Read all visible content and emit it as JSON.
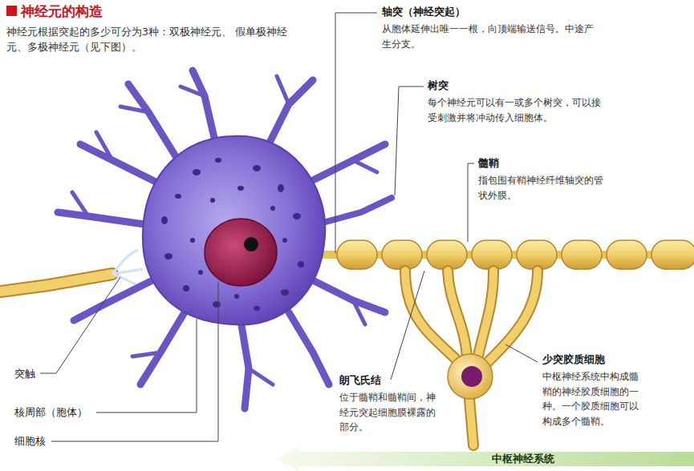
{
  "diagram": {
    "title": "神经元的构造",
    "nodes": [
      {
        "text": [
          "中枢神经系统"
        ]
      }
    ],
    "labels": [
      "神经元根据突起的多少可分为3种：双极神经元、 假单极神经元、多极神经元（见下图）。",
      "轴突（神经突起）",
      "从胞体延伸出唯一一根，向顶端输送信号。中途产生分支。",
      "树突",
      "每个神经元可以有一或多个树突，可以接受刺激并将冲动传入细胞体。",
      "髓鞘",
      "指包围有鞘神经纤维轴突的管状外膜。",
      "突触",
      "核周部（胞体）",
      "细胞核",
      "朗飞氏结",
      "位于髓鞘和髓鞘间，神经元突起细胞膜裸露的部分。",
      "少突胶质细胞",
      "中枢神经系统中构成髓鞘的神经胶质细胞的一种。一个胶质细胞可以构成多个髓鞘。"
    ]
  }
}
